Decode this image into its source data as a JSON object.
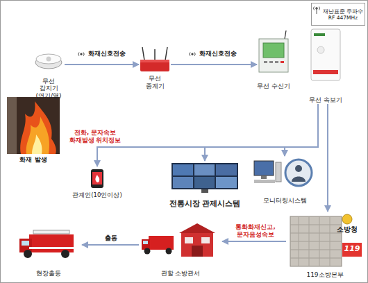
{
  "diagram": {
    "nodes": [
      {
        "text": [
          "재난표준 주파수 RF 447MHz"
        ]
      },
      {
        "text": [
          "무선 감지기 (연기/열)"
        ]
      },
      {
        "text": [
          "무선 중계기"
        ]
      },
      {
        "text": [
          "무선 수신기"
        ]
      },
      {
        "text": [
          "무선 속보기"
        ]
      },
      {
        "text": [
          "화재 발생"
        ]
      },
      {
        "text": [
          "관계인(10인이상)"
        ]
      },
      {
        "text": [
          "전통시장 관제시스템"
        ]
      },
      {
        "text": [
          "모니터링시스템"
        ]
      },
      {
        "text": [
          "119소방본부"
        ]
      },
      {
        "text": [
          "관할 소방관서"
        ]
      },
      {
        "text": [
          "현장출동"
        ]
      }
    ],
    "edges": [
      {
        "from": 1,
        "to": 2,
        "label": "화재신호전송",
        "arrow": "to"
      },
      {
        "from": 2,
        "to": 3,
        "label": "화재신호전송",
        "arrow": "to"
      },
      {
        "from": 4,
        "to": 6,
        "label": "전화, 문자속보 화재발생 위치정보",
        "arrow": "to"
      },
      {
        "from": 4,
        "to": 7,
        "arrow": "to"
      },
      {
        "from": 4,
        "to": 8,
        "arrow": "to"
      },
      {
        "from": 4,
        "to": 9,
        "arrow": "to"
      },
      {
        "from": 9,
        "to": 10,
        "label": "통화화재신고, 문자음성속보",
        "arrow": "to"
      },
      {
        "from": 10,
        "to": 11,
        "label": "출동",
        "arrow": "to"
      }
    ],
    "labels": [
      "소방청",
      "119"
    ]
  }
}
